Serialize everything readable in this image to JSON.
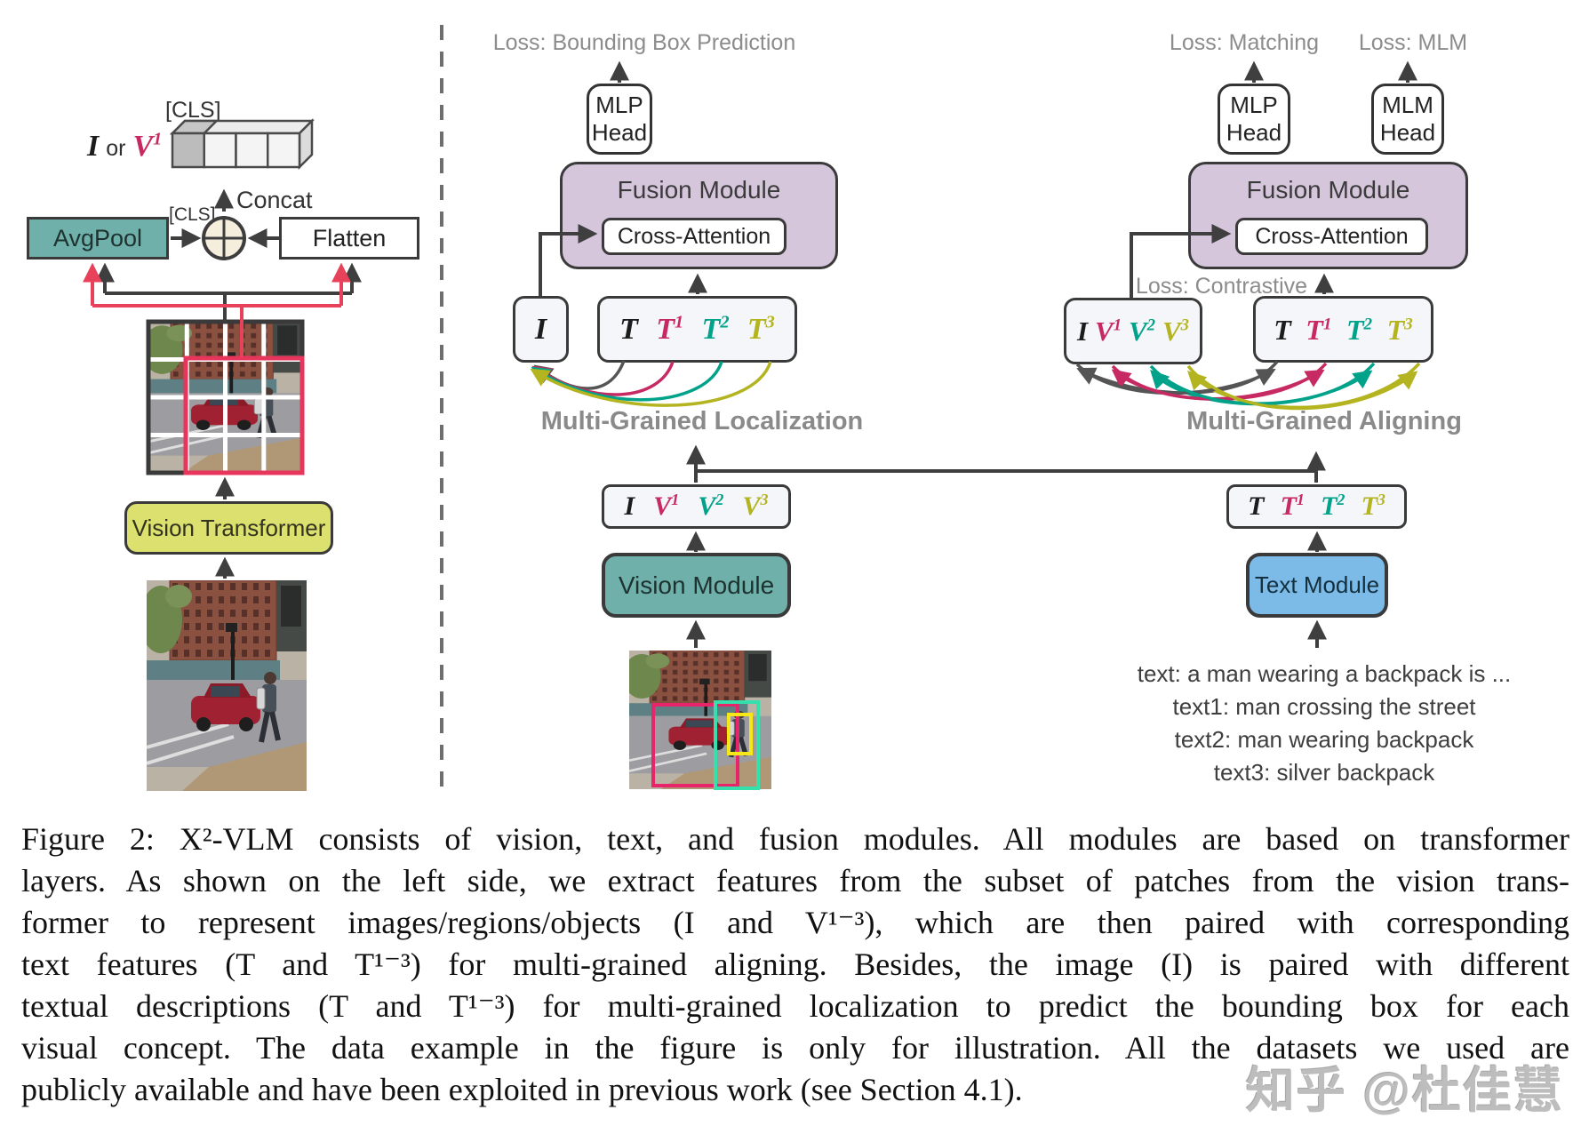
{
  "colors": {
    "crimson_token": "#c72a62",
    "teal_token": "#00a289",
    "olive_token": "#b3b41f",
    "red_arrow": "#e8425a",
    "fusion_fill": "#d5c6dc",
    "teal_fill": "#6fb0aa",
    "yellow_fill": "#dce06f",
    "blue_fill": "#7cbbe8",
    "token_box_fill": "#f4f6fa",
    "label_gray": "#8c8c8c"
  },
  "left": {
    "cls_top": "[CLS]",
    "i_or_v": [
      {
        "t": "I",
        "color": "#1c1c1c"
      },
      {
        "t": "or",
        "color": "#2f2f2f",
        "plain": true
      },
      {
        "t": "V",
        "sup": "1",
        "color": "#c72a62"
      }
    ],
    "concat": "Concat",
    "avgpool": "AvgPool",
    "cls_small": "[CLS]",
    "flatten": "Flatten",
    "vision_transformer": "Vision Transformer"
  },
  "localization": {
    "loss": "Loss: Bounding Box Prediction",
    "mlp_head": "MLP\nHead",
    "fusion": "Fusion Module",
    "cross_attention": "Cross-Attention",
    "i_tokens": [
      {
        "t": "I",
        "color": "#1c1c1c"
      }
    ],
    "t_tokens": [
      {
        "t": "T",
        "color": "#1c1c1c"
      },
      {
        "t": "T",
        "sup": "1",
        "color": "#c72a62"
      },
      {
        "t": "T",
        "sup": "2",
        "color": "#00a289"
      },
      {
        "t": "T",
        "sup": "3",
        "color": "#b3b41f"
      }
    ],
    "label": "Multi-Grained Localization",
    "v_tokens": [
      {
        "t": "I",
        "color": "#1c1c1c"
      },
      {
        "t": "V",
        "sup": "1",
        "color": "#c72a62"
      },
      {
        "t": "V",
        "sup": "2",
        "color": "#00a289"
      },
      {
        "t": "V",
        "sup": "3",
        "color": "#b3b41f"
      }
    ],
    "vision_module": "Vision Module"
  },
  "aligning": {
    "loss_matching": "Loss: Matching",
    "loss_mlm": "Loss: MLM",
    "mlp_head": "MLP\nHead",
    "mlm_head": "MLM\nHead",
    "fusion": "Fusion Module",
    "cross_attention": "Cross-Attention",
    "loss_contrastive": "Loss: Contrastive",
    "iv_tokens": [
      {
        "t": "I",
        "color": "#1c1c1c"
      },
      {
        "t": "V",
        "sup": "1",
        "color": "#c72a62"
      },
      {
        "t": "V",
        "sup": "2",
        "color": "#00a289"
      },
      {
        "t": "V",
        "sup": "3",
        "color": "#b3b41f"
      }
    ],
    "t_tokens_upper": [
      {
        "t": "T",
        "color": "#1c1c1c"
      },
      {
        "t": "T",
        "sup": "1",
        "color": "#c72a62"
      },
      {
        "t": "T",
        "sup": "2",
        "color": "#00a289"
      },
      {
        "t": "T",
        "sup": "3",
        "color": "#b3b41f"
      }
    ],
    "label": "Multi-Grained Aligning",
    "t_tokens_lower": [
      {
        "t": "T",
        "color": "#1c1c1c"
      },
      {
        "t": "T",
        "sup": "1",
        "color": "#c72a62"
      },
      {
        "t": "T",
        "sup": "2",
        "color": "#00a289"
      },
      {
        "t": "T",
        "sup": "3",
        "color": "#b3b41f"
      }
    ],
    "text_module": "Text Module",
    "text_lines": [
      "text: a man wearing a backpack is ...",
      "text1: man crossing the street",
      "text2: man wearing backpack",
      "text3: silver backpack"
    ]
  },
  "caption": {
    "lines": [
      "Figure 2: X²-VLM consists of vision, text, and fusion modules. All modules are based on transformer",
      "layers. As shown on the left side, we extract features from the subset of patches from the vision trans-",
      "former to represent images/regions/objects (I and V¹⁻³), which are then paired with corresponding",
      "text features (T and T¹⁻³) for multi-grained aligning. Besides, the image (I) is paired with different",
      "textual descriptions (T and T¹⁻³) for multi-grained localization to predict the bounding box for each",
      "visual concept. The data example in the figure is only for illustration. All the datasets we used are",
      "publicly available and have been exploited in previous work (see Section 4.1)."
    ]
  },
  "watermark": "知乎 @杜佳慧"
}
